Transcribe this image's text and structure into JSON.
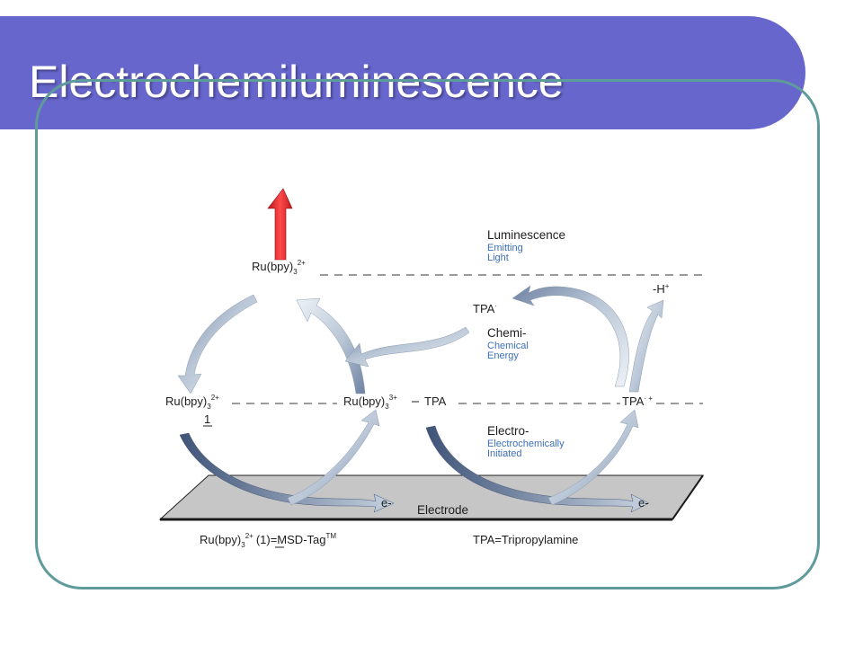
{
  "slide": {
    "title": "Electrochemiluminescence"
  },
  "diagram": {
    "levels": {
      "luminescence": {
        "label": "Luminescence",
        "sub1": "Emitting",
        "sub2": "Light"
      },
      "chemi": {
        "label": "Chemi-",
        "sub1": "Chemical",
        "sub2": "Energy"
      },
      "electro": {
        "label": "Electro-",
        "sub1": "Electrochemically",
        "sub2": "Initiated"
      }
    },
    "species": {
      "ru_top_base": "Ru(bpy)",
      "ru_top_sub": "3",
      "ru_top_sup": "2+",
      "ru_left_base": "Ru(bpy)",
      "ru_left_sub": "3",
      "ru_left_sup": "2+",
      "ru_left_mark": "1",
      "ru_right_base": "Ru(bpy)",
      "ru_right_sub": "3",
      "ru_right_sup": "3+",
      "tpa_mid": "TPA",
      "tpa_radical": "TPA",
      "tpa_radical_sup": "·",
      "tpa_cation": "TPA",
      "tpa_cation_sup": "· +",
      "minus_h": "-H",
      "minus_h_sup": "+"
    },
    "electrode": {
      "label": "Electrode",
      "electron_left": "e-",
      "electron_right": "e-"
    },
    "footnote": {
      "ru_base": "Ru(bpy)",
      "ru_sub": "3",
      "ru_sup": "2+",
      "ru_mark": "(1)",
      "ru_rest": "=MSD-Tag",
      "ru_tm": "TM",
      "tpa": "TPA=Tripropylamine"
    },
    "colors": {
      "arrow_light": "#d6dee8",
      "arrow_dark": "#5b6f90",
      "emission_arrow": "#e8242a",
      "electrode_fill": "#c6c6c6"
    }
  }
}
